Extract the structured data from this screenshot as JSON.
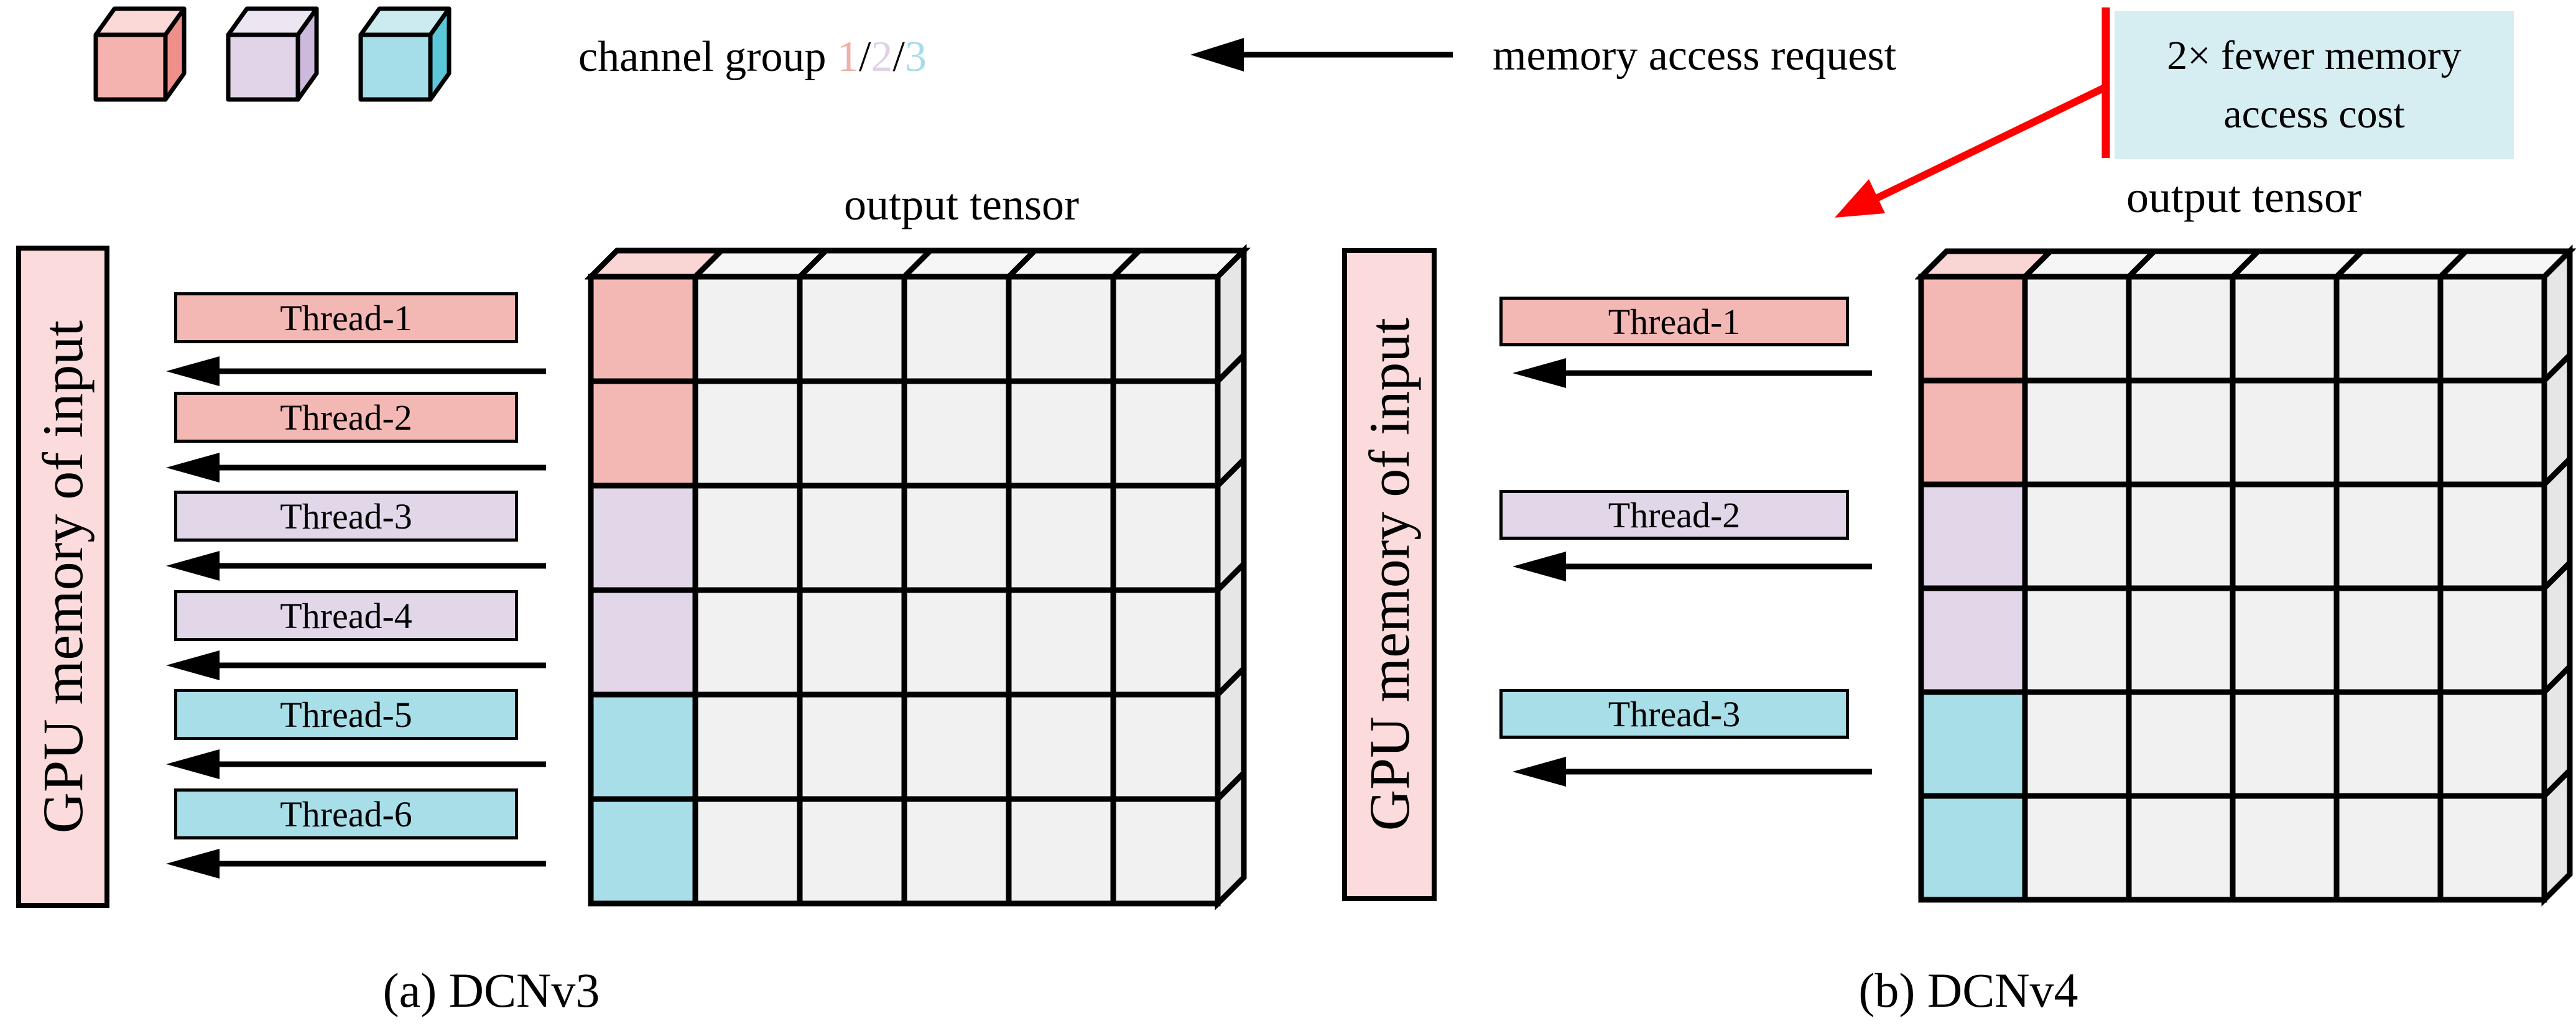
{
  "legend": {
    "channel_label_prefix": "channel group ",
    "separator": "/",
    "channel_groups": [
      {
        "label": "1",
        "color": "#F2AEA8"
      },
      {
        "label": "2",
        "color": "#DFD2E6"
      },
      {
        "label": "3",
        "color": "#A5DDE8"
      }
    ],
    "cubes": [
      {
        "name": "channel-1",
        "front": "#F4B3AE",
        "top": "#FAD9D6",
        "side": "#EE9089"
      },
      {
        "name": "channel-2",
        "front": "#E2D4E8",
        "top": "#EDE6F2",
        "side": "#CDB9DC"
      },
      {
        "name": "channel-3",
        "front": "#A5DDE8",
        "top": "#CBEBF1",
        "side": "#5BC7D8"
      }
    ]
  },
  "annotations": {
    "memory_access_request": "memory access request",
    "callout_line1": "2× fewer memory",
    "callout_line2": "access cost",
    "callout_bg": "#D6EDF2",
    "arrow_red": "#FF0000"
  },
  "panels": [
    {
      "id": "a",
      "caption": "(a) DCNv3",
      "output_label": "output tensor",
      "gpu_label": "GPU memory of input",
      "threads": [
        {
          "label": "Thread-1",
          "color": "#F4B8B4"
        },
        {
          "label": "Thread-2",
          "color": "#F4B8B4"
        },
        {
          "label": "Thread-3",
          "color": "#E2D7E8"
        },
        {
          "label": "Thread-4",
          "color": "#E2D7E8"
        },
        {
          "label": "Thread-5",
          "color": "#A8DEE8"
        },
        {
          "label": "Thread-6",
          "color": "#A8DEE8"
        }
      ],
      "grid": {
        "rows": 6,
        "cols": 6,
        "first_column_colors": [
          "#F4B8B4",
          "#F4B8B4",
          "#E2D7E8",
          "#E2D7E8",
          "#A8DEE8",
          "#A8DEE8"
        ],
        "top_left_top_color": "#F9D6D3"
      }
    },
    {
      "id": "b",
      "caption": "(b) DCNv4",
      "output_label": "output tensor",
      "gpu_label": "GPU memory of input",
      "threads": [
        {
          "label": "Thread-1",
          "color": "#F4B8B4"
        },
        {
          "label": "Thread-2",
          "color": "#E2D7E8"
        },
        {
          "label": "Thread-3",
          "color": "#A8DEE8"
        }
      ],
      "grid": {
        "rows": 6,
        "cols": 6,
        "first_column_colors": [
          "#F4B8B4",
          "#F4B8B4",
          "#E2D7E8",
          "#E2D7E8",
          "#A8DEE8",
          "#A8DEE8"
        ],
        "top_left_top_color": "#F9D6D3"
      }
    }
  ],
  "colors": {
    "background": "#FFFFFF",
    "gpu_box_fill": "#FBDBDB",
    "cell_gray": "#F1F1F1",
    "cell_gray_top": "#F6F6F6",
    "cell_gray_side": "#E6E6E6",
    "outline": "#000000"
  }
}
